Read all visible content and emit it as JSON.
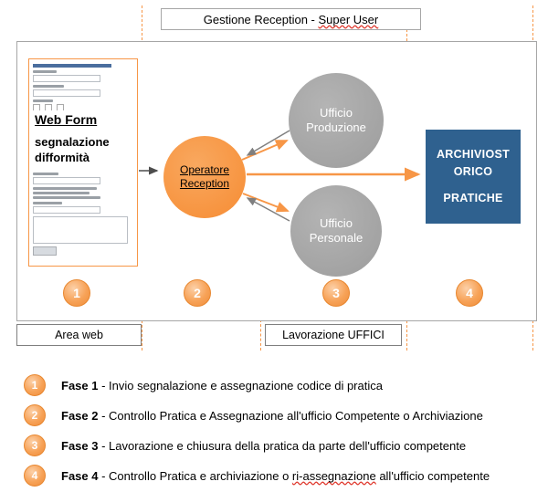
{
  "title": {
    "prefix": "Gestione Reception - ",
    "flagged": "Super User"
  },
  "webform": {
    "heading": "Web Form",
    "subtitle": "segnalazione difformità"
  },
  "nodes": {
    "operator": {
      "line1": "Operatore",
      "line2": "Reception"
    },
    "produzione": {
      "line1": "Ufficio",
      "line2": "Produzione"
    },
    "personale": {
      "line1": "Ufficio",
      "line2": "Personale"
    },
    "archive": {
      "line1": "ARCHIVIOST",
      "line2": "ORICO",
      "line3": "PRATICHE"
    }
  },
  "zones": {
    "area_web": "Area web",
    "lavorazione": "Lavorazione UFFICI"
  },
  "steps": [
    "1",
    "2",
    "3",
    "4"
  ],
  "legend": {
    "items": [
      {
        "num": "1",
        "label": "Fase 1",
        "pre": " - Invio segnalazione e assegnazione codice di pratica",
        "flagged": "",
        "post": ""
      },
      {
        "num": "2",
        "label": "Fase 2",
        "pre": " - Controllo Pratica e Assegnazione all'ufficio Competente o Archiviazione",
        "flagged": "",
        "post": ""
      },
      {
        "num": "3",
        "label": "Fase 3",
        "pre": " - Lavorazione e chiusura della pratica da parte dell'ufficio competente",
        "flagged": "",
        "post": ""
      },
      {
        "num": "4",
        "label": "Fase 4",
        "pre": " - Controllo Pratica e archiviazione o ",
        "flagged": "ri-assegnazione",
        "post": " all'ufficio competente"
      }
    ]
  },
  "colors": {
    "accent_orange": "#F79646",
    "node_gray": "#A6A6A6",
    "archive_blue": "#2F618F",
    "step_badge": "#F7A257",
    "spellcheck_red": "#E03C31"
  }
}
